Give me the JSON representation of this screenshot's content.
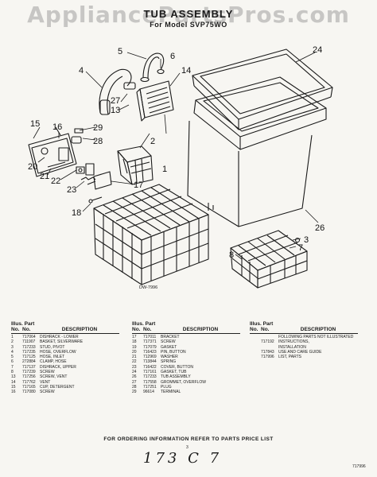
{
  "header": {
    "watermark": "AppliancePartsPros.com",
    "title": "TUB ASSEMBLY",
    "subtitle": "For Model SVP75WO"
  },
  "diagram": {
    "drawing_id": "DW-7996",
    "callouts": [
      "1",
      "2",
      "3",
      "4",
      "5",
      "6",
      "7",
      "8",
      "13",
      "14",
      "15",
      "16",
      "17",
      "18",
      "20",
      "21",
      "22",
      "23",
      "24",
      "26",
      "27",
      "28",
      "29"
    ]
  },
  "parts_list": {
    "col_header_top": "Illus. Part",
    "col_header_no": "No.",
    "col_header_part": "No.",
    "col_header_desc": "DESCRIPTION",
    "columns": [
      [
        {
          "no": "1",
          "part": "717064",
          "desc": "DISHRACK - LOWER"
        },
        {
          "no": "2",
          "part": "711907",
          "desc": "BASKET, SILVERWARE"
        },
        {
          "no": "3",
          "part": "717233",
          "desc": "STUD, PIVOT"
        },
        {
          "no": "4",
          "part": "717235",
          "desc": "HOSE, OVERFLOW"
        },
        {
          "no": "5",
          "part": "717125",
          "desc": "HOSE, INLET"
        },
        {
          "no": "6",
          "part": "272884",
          "desc": "CLAMP, HOSE"
        },
        {
          "no": "7",
          "part": "717137",
          "desc": "DISHRACK, UPPER"
        },
        {
          "no": "8",
          "part": "717239",
          "desc": "SCREW"
        },
        {
          "no": "13",
          "part": "717256",
          "desc": "SCREW, VENT"
        },
        {
          "no": "14",
          "part": "717762",
          "desc": "VENT"
        },
        {
          "no": "15",
          "part": "717165",
          "desc": "CUP, DETERGENT"
        },
        {
          "no": "16",
          "part": "717080",
          "desc": "SCREW"
        }
      ],
      [
        {
          "no": "17",
          "part": "717011",
          "desc": "BRACKET"
        },
        {
          "no": "18",
          "part": "717371",
          "desc": "SCREW"
        },
        {
          "no": "19",
          "part": "717079",
          "desc": "GASKET"
        },
        {
          "no": "20",
          "part": "716423",
          "desc": "PIN, BUTTON"
        },
        {
          "no": "21",
          "part": "712969",
          "desc": "WASHER"
        },
        {
          "no": "22",
          "part": "713844",
          "desc": "SPRING"
        },
        {
          "no": "23",
          "part": "716422",
          "desc": "COVER, BUTTON"
        },
        {
          "no": "24",
          "part": "717161",
          "desc": "GASKET, TUB"
        },
        {
          "no": "26",
          "part": "717233",
          "desc": "TUB ASSEMBLY"
        },
        {
          "no": "27",
          "part": "717558",
          "desc": "GROMMET, OVERFLOW"
        },
        {
          "no": "28",
          "part": "717251",
          "desc": "PLUG"
        },
        {
          "no": "29",
          "part": "96614",
          "desc": "TERMINAL"
        }
      ],
      [
        {
          "no": "",
          "part": "",
          "desc": "FOLLOWING PARTS NOT ILLUSTRATED"
        },
        {
          "no": "",
          "part": "",
          "desc": ""
        },
        {
          "no": "",
          "part": "717192",
          "desc": "INSTRUCTIONS,"
        },
        {
          "no": "",
          "part": "",
          "desc": "INSTALLATION"
        },
        {
          "no": "",
          "part": "717843",
          "desc": "USE AND CARE GUIDE"
        },
        {
          "no": "",
          "part": "717996",
          "desc": "LIST, PARTS"
        }
      ]
    ]
  },
  "footer": {
    "ordering_note": "FOR ORDERING INFORMATION REFER TO PARTS PRICE LIST",
    "page_number": "3",
    "handwritten": "173 C 7",
    "doc_id": "717996"
  }
}
